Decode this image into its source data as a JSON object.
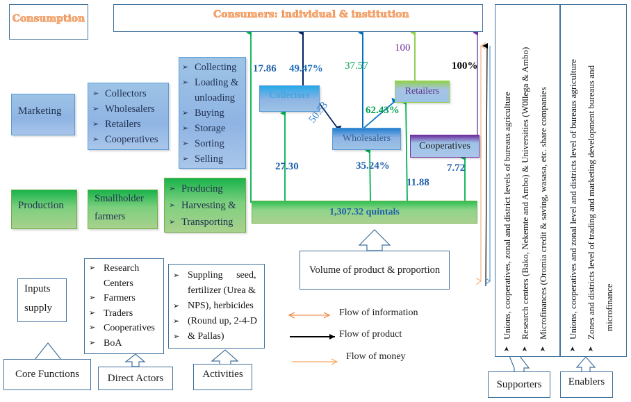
{
  "consumption": {
    "label": "Consumption",
    "consumers_label": "Consumers: individual & institution"
  },
  "marketing": {
    "label": "Marketing",
    "actors": [
      "Collectors",
      "Wholesalers",
      "Retailers",
      "Cooperatives"
    ],
    "activities": [
      "Collecting",
      "Loading &",
      "unloading",
      "Buying",
      "Storage",
      "Sorting",
      "Selling"
    ]
  },
  "production": {
    "label": "Production",
    "actors_line1": "Smallholder",
    "actors_line2": "farmers",
    "activities": [
      "Producing",
      "Harvesting &",
      "Transporting"
    ]
  },
  "inputs": {
    "label_line1": "Inputs",
    "label_line2": "supply",
    "actors": [
      "Research",
      "Centers",
      "Farmers",
      "Traders",
      "Cooperatives",
      "BoA"
    ],
    "activity_lines": [
      "Suppling seed,",
      "fertilizer (Urea &",
      "NPS), herbicides",
      "(Round up, 2-4-D",
      "& Pallas)"
    ]
  },
  "column_labels": {
    "core_functions": "Core Functions",
    "direct_actors": "Direct Actors",
    "activities": "Activities",
    "volume": "Volume of product & proportion",
    "supporters": "Supporters",
    "enablers": "Enablers"
  },
  "flow_diagram": {
    "nodes": {
      "collectors": "Collectors",
      "wholesalers": "Wholesalers",
      "retailers": "Retailers",
      "cooperatives": "Cooperatives",
      "total": "1,307.32 quintals"
    },
    "values": {
      "farm_to_consumer": "17.86",
      "collectors_to_consumer": "49.47%",
      "wholesaler_to_consumer": "37.57",
      "retailers_to_consumer": "100",
      "cooperatives_to_consumer": "100%",
      "farm_to_collectors": "27.30",
      "collectors_to_wholesalers": "50.53",
      "wholesalers_to_retailers": "62.43%",
      "farm_to_wholesalers": "35.24%",
      "farm_to_retailers": "11.88",
      "farm_to_cooperatives": "7.72"
    }
  },
  "legend": {
    "information": "Flow of information",
    "product": "Flow of product",
    "money": "Flow of money"
  },
  "supporters": [
    "Unions, cooperatives, zonal and district levels of bureaus agriculture",
    "Research centers (Bako, Nekemte and Ambo) & Universities (W0llega & Ambo)",
    "Microfinances (Oromia credit & saving, wasasa, etc. share companies"
  ],
  "enablers": [
    "Unions, cooperatives and zonal level and districts level of bureaus agriculture",
    "Zones and districts level of trading and marketing development bureaus and",
    "microfinance"
  ],
  "colors": {
    "green_arrow": "#00b050",
    "dark_arrow": "#002060",
    "blue_arrow": "#0070c0",
    "light_green_arrow": "#92d050",
    "purple_arrow": "#7030a0",
    "orange_arrow": "#f4b183",
    "value_blue": "#1f5fa8",
    "value_green": "#00a050",
    "value_purple": "#7030a0"
  }
}
